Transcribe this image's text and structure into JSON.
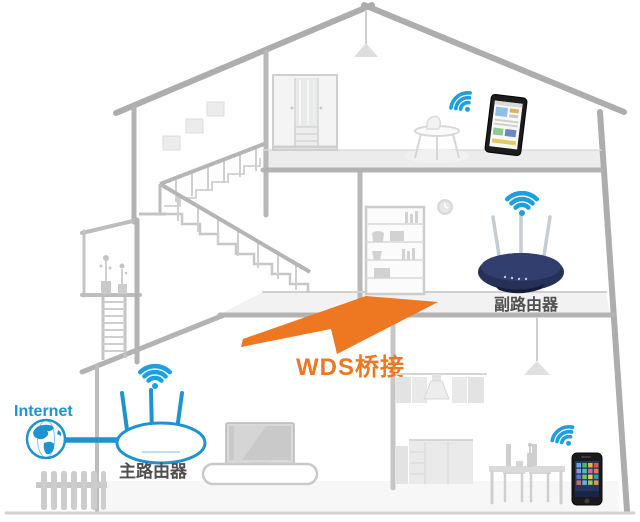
{
  "labels": {
    "internet": "Internet",
    "main_router": "主路由器",
    "secondary_router": "副路由器",
    "wds_bridge": "WDS桥接"
  },
  "colors": {
    "blue": "#1e93d2",
    "wifi_blue": "#1e9fe0",
    "navy_body": "#273056",
    "navy_top": "#323e6e",
    "orange": "#ee7722",
    "label_gray": "#4f4f4f",
    "structure_gray": "#b3b3b3"
  },
  "scene": {
    "type": "network-topology-house-cutaway",
    "connection": {
      "from": "main_router",
      "to": "secondary_router",
      "method_label": "WDS桥接",
      "symbol": "lightning-bolt"
    },
    "devices": [
      {
        "name": "internet-globe",
        "floor": "outside",
        "label": "Internet"
      },
      {
        "name": "main-router",
        "floor": "ground",
        "label": "主路由器",
        "wifi": true
      },
      {
        "name": "secondary-router",
        "floor": "middle",
        "label": "副路由器",
        "wifi": true
      },
      {
        "name": "tablet",
        "floor": "attic",
        "wifi": true
      },
      {
        "name": "smartphone",
        "floor": "ground",
        "wifi": true
      }
    ],
    "furniture": [
      "wardrobe",
      "picture-frames",
      "pendant-lamps",
      "side-table",
      "stairs",
      "balcony-plants",
      "ladder",
      "bookshelf",
      "wall-clock",
      "tv",
      "tv-stand",
      "kitchen-cabinets",
      "range-hood",
      "dining-table",
      "chairs",
      "fence"
    ]
  }
}
